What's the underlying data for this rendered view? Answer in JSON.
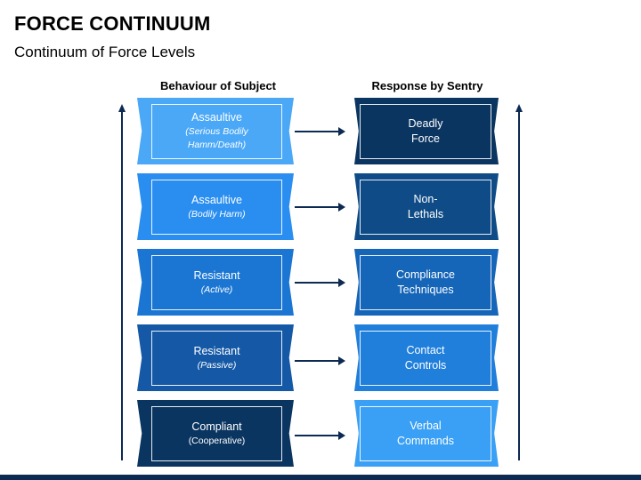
{
  "title": "FORCE CONTINUUM",
  "subtitle": "Continuum of Force Levels",
  "columns": {
    "left_header": "Behaviour of Subject",
    "right_header": "Response by Sentry"
  },
  "rows": [
    {
      "behaviour": {
        "label": "Assaultive",
        "note_lines": [
          "(Serious Bodily",
          "Hamm/Death)"
        ],
        "italic": true,
        "color": "#4aa8f7"
      },
      "response": {
        "lines": [
          "Deadly",
          "Force"
        ],
        "color": "#0b3561"
      }
    },
    {
      "behaviour": {
        "label": "Assaultive",
        "note_lines": [
          "(Bodily Harm)"
        ],
        "italic": true,
        "color": "#2a8ef0"
      },
      "response": {
        "lines": [
          "Non-",
          "Lethals"
        ],
        "color": "#0f4c87"
      }
    },
    {
      "behaviour": {
        "label": "Resistant",
        "note_lines": [
          "(Active)"
        ],
        "italic": true,
        "color": "#1a76d2"
      },
      "response": {
        "lines": [
          "Compliance",
          "Techniques"
        ],
        "color": "#1565b8"
      }
    },
    {
      "behaviour": {
        "label": "Resistant",
        "note_lines": [
          "(Passive)"
        ],
        "italic": true,
        "color": "#1559a6"
      },
      "response": {
        "lines": [
          "Contact",
          "Controls"
        ],
        "color": "#1f7fdb"
      }
    },
    {
      "behaviour": {
        "label": "Compliant",
        "note_lines": [
          "(Cooperative)"
        ],
        "italic": false,
        "color": "#0b3561"
      },
      "response": {
        "lines": [
          "Verbal",
          "Commands"
        ],
        "color": "#3aa0f5"
      }
    }
  ],
  "colors": {
    "arrow": "#0d2a52",
    "bottom_bar": "#0d2a52"
  }
}
